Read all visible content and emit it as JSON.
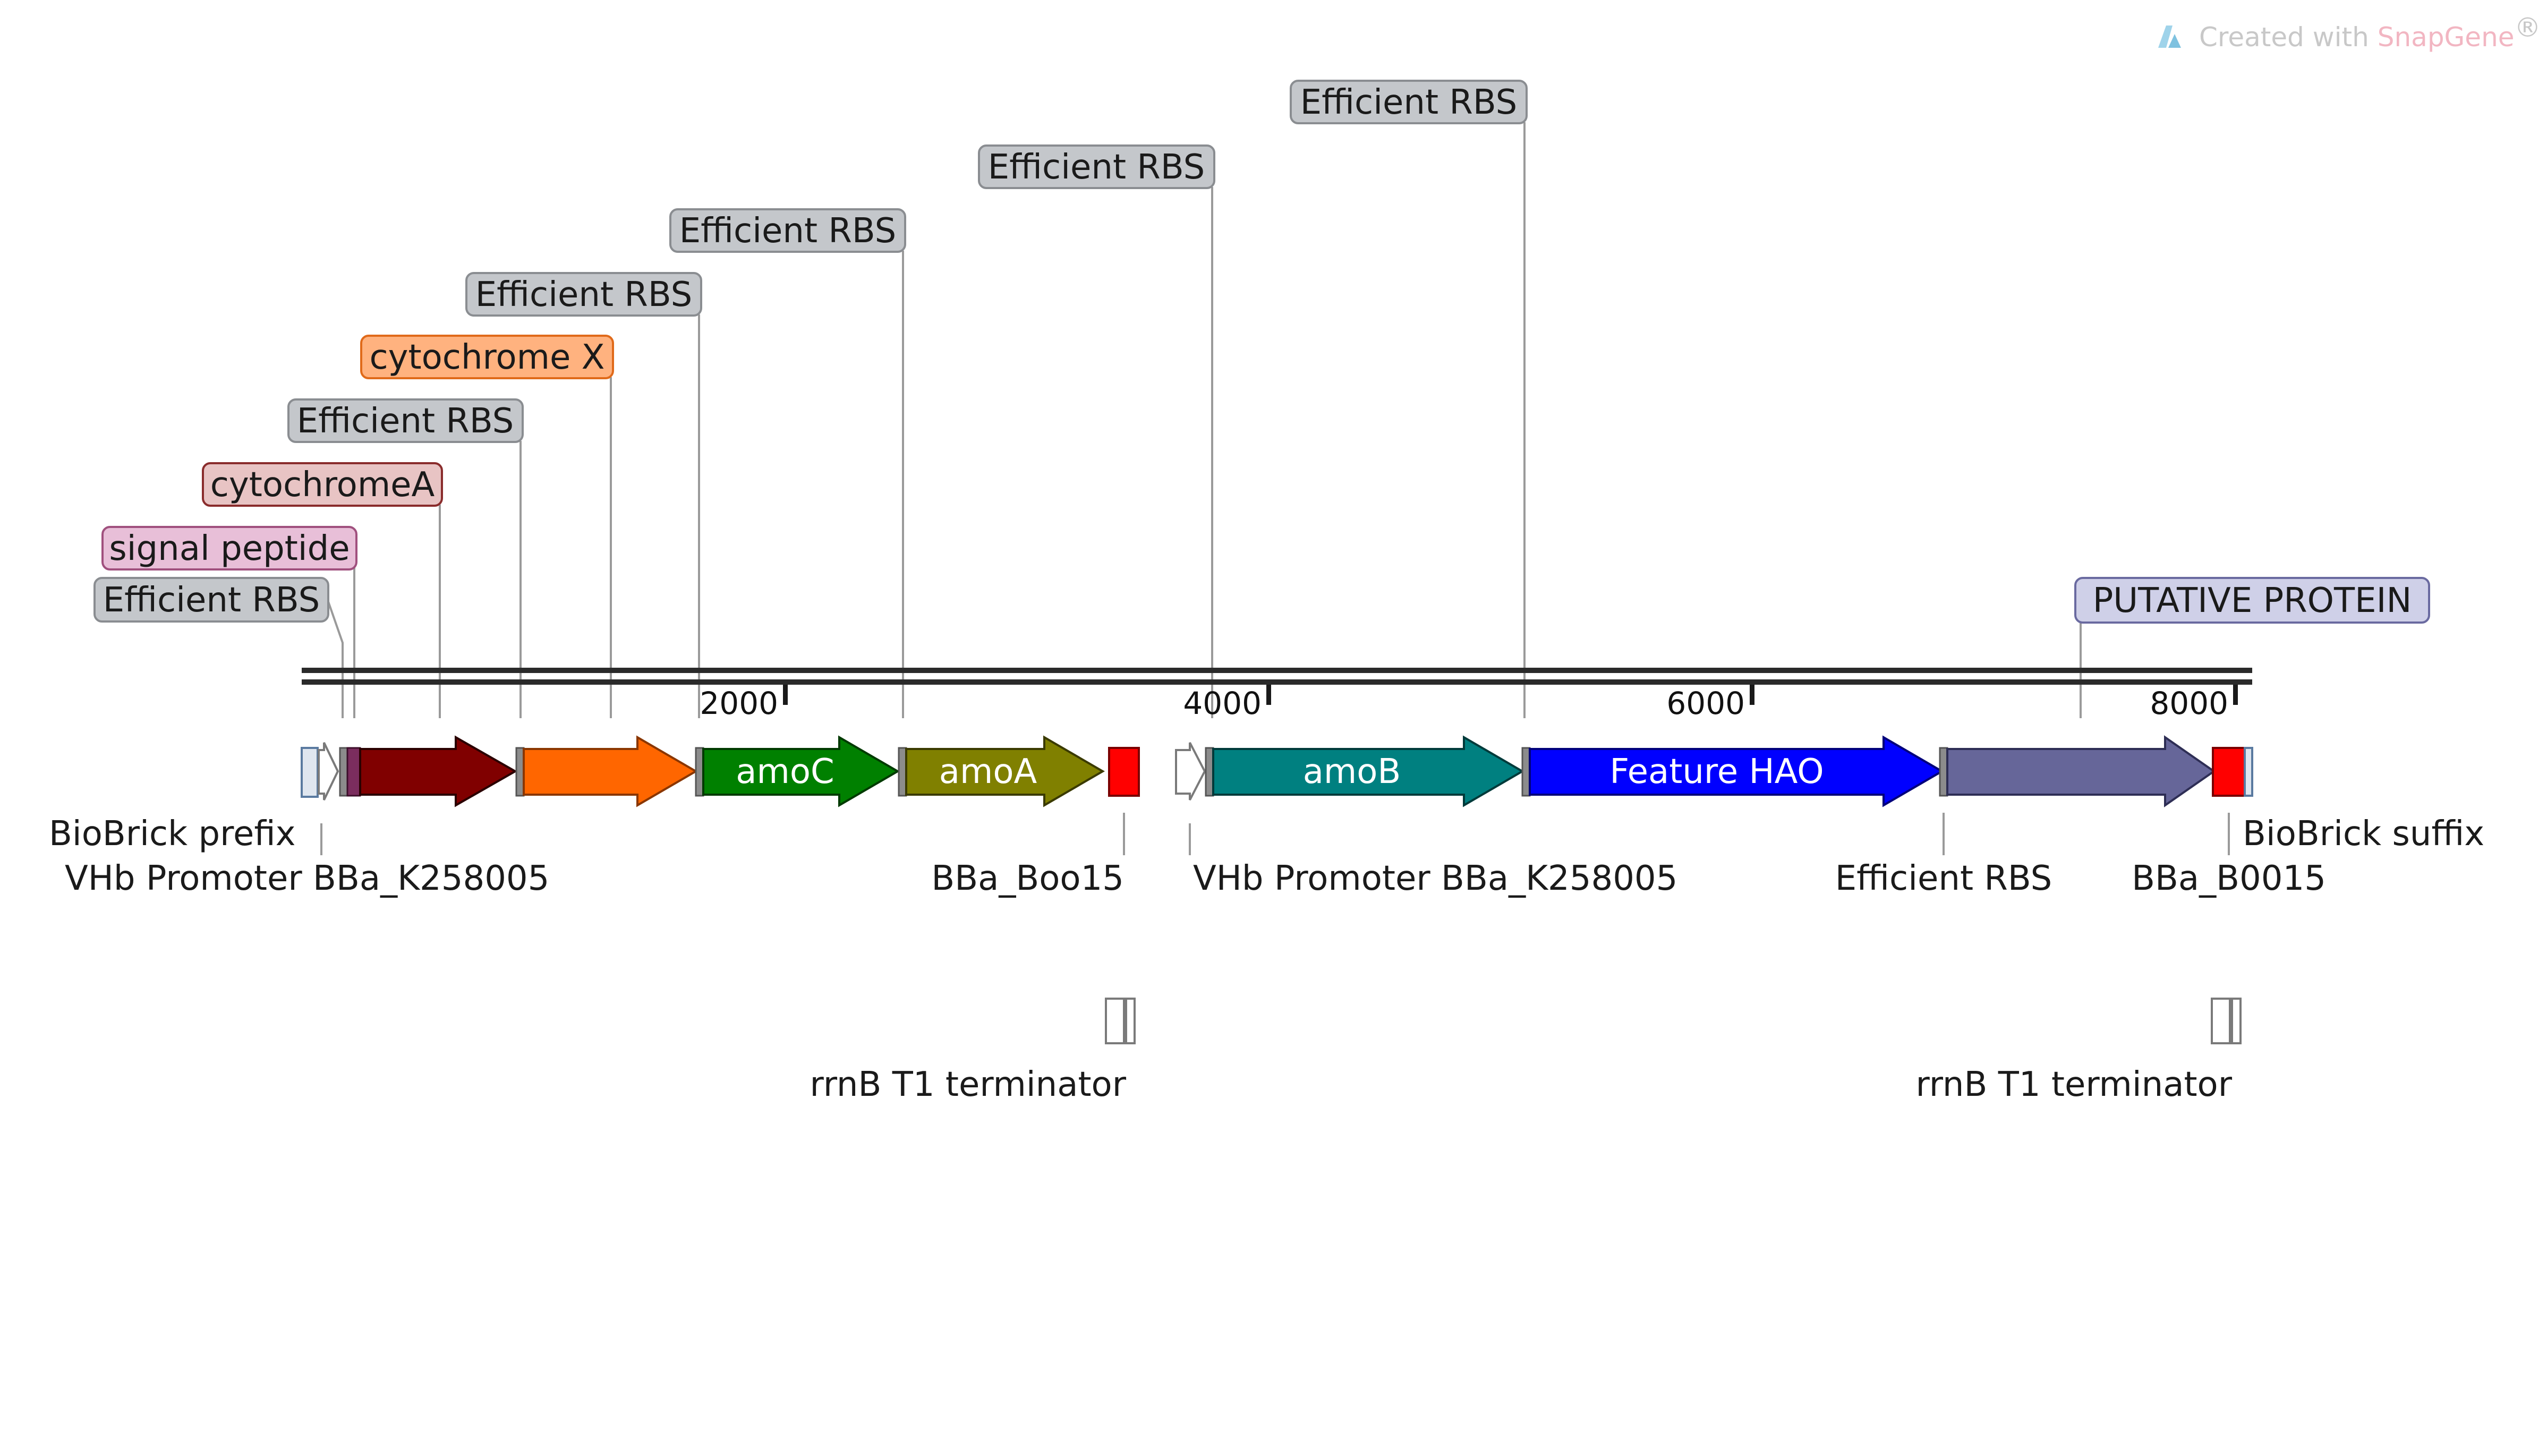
{
  "watermark": {
    "prefix": "Created with ",
    "brand": "SnapGene",
    "suffix": "®",
    "logo_icon": "snapgene-logo-icon"
  },
  "ruler": {
    "ticks": [
      "2000",
      "4000",
      "6000",
      "8000"
    ]
  },
  "features": [
    {
      "id": "biobrick-prefix-arrow",
      "label": "",
      "color": "#ffffff"
    },
    {
      "id": "signal-peptide-box",
      "label": "",
      "color": "#7b2d5e"
    },
    {
      "id": "cytochromeA-arrow",
      "label": "",
      "color": "#800000"
    },
    {
      "id": "cytochromeX-arrow",
      "label": "",
      "color": "#ff6600"
    },
    {
      "id": "amoC-arrow",
      "label": "amoC",
      "color": "#008000"
    },
    {
      "id": "amoA-arrow",
      "label": "amoA",
      "color": "#808000"
    },
    {
      "id": "terminator1-box",
      "label": "",
      "color": "#ff0000"
    },
    {
      "id": "vhb-promoter2-arrow",
      "label": "",
      "color": "#ffffff"
    },
    {
      "id": "amoB-arrow",
      "label": "amoB",
      "color": "#008080"
    },
    {
      "id": "hao-arrow",
      "label": "Feature HAO",
      "color": "#0000ff"
    },
    {
      "id": "putative-protein-arrow",
      "label": "",
      "color": "#666699"
    },
    {
      "id": "terminator2-box",
      "label": "",
      "color": "#ff0000"
    }
  ],
  "labels_above": [
    {
      "text": "Efficient RBS",
      "bg": "#c4c7cb",
      "border": "#8a8d91"
    },
    {
      "text": "signal peptide",
      "bg": "#e8bfd8",
      "border": "#a0507e"
    },
    {
      "text": "cytochromeA",
      "bg": "#e8c4c4",
      "border": "#8a2c2c"
    },
    {
      "text": "Efficient RBS",
      "bg": "#c4c7cb",
      "border": "#8a8d91"
    },
    {
      "text": "cytochrome X",
      "bg": "#ffb27f",
      "border": "#e06a1a"
    },
    {
      "text": "Efficient RBS",
      "bg": "#c4c7cb",
      "border": "#8a8d91"
    },
    {
      "text": "Efficient RBS",
      "bg": "#c4c7cb",
      "border": "#8a8d91"
    },
    {
      "text": "Efficient RBS",
      "bg": "#c4c7cb",
      "border": "#8a8d91"
    },
    {
      "text": "Efficient RBS",
      "bg": "#c4c7cb",
      "border": "#8a8d91"
    },
    {
      "text": "PUTATIVE PROTEIN",
      "bg": "#cfd0e8",
      "border": "#6a6aa0"
    }
  ],
  "labels_below": [
    {
      "text": "BioBrick prefix"
    },
    {
      "text": "VHb Promoter BBa_K258005"
    },
    {
      "text": "BBa_Boo15"
    },
    {
      "text": "VHb Promoter BBa_K258005"
    },
    {
      "text": "Efficient RBS"
    },
    {
      "text": "BBa_B0015"
    },
    {
      "text": "BioBrick suffix"
    },
    {
      "text": "rrnB T1 terminator"
    },
    {
      "text": "rrnB T1 terminator"
    }
  ]
}
